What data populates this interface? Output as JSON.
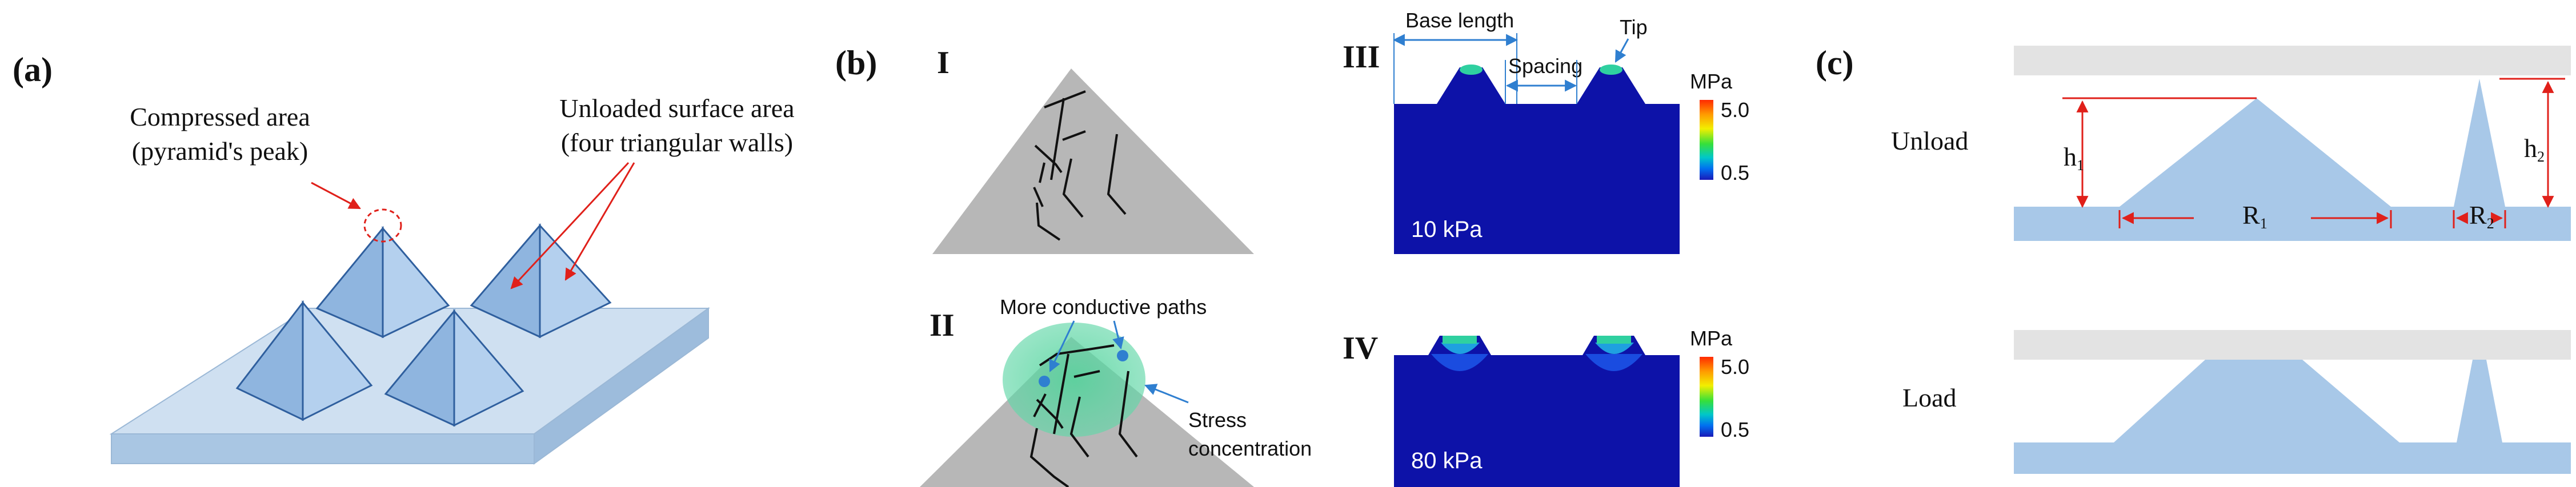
{
  "panel_a": {
    "label": "(a)",
    "compressed_line1": "Compressed area",
    "compressed_line2": "(pyramid's peak)",
    "unloaded_line1": "Unloaded surface area",
    "unloaded_line2": "(four triangular walls)"
  },
  "panel_b": {
    "label": "(b)",
    "roman_1": "I",
    "roman_2": "II",
    "roman_3": "III",
    "roman_4": "IV",
    "more_paths": "More conductive paths",
    "stress_line1": "Stress",
    "stress_line2": "concentration",
    "base_length": "Base length",
    "tip": "Tip",
    "spacing": "Spacing",
    "unit": "MPa",
    "scale_max": "5.0",
    "scale_min": "0.5",
    "pressure_3": "10 kPa",
    "pressure_4": "80 kPa"
  },
  "panel_c": {
    "label": "(c)",
    "unload": "Unload",
    "load": "Load",
    "h1": "h",
    "h1_sub": "1",
    "h2": "h",
    "h2_sub": "2",
    "r1": "R",
    "r1_sub": "1",
    "r2": "R",
    "r2_sub": "2"
  },
  "colors": {
    "pyramid_fill": "#a9c8e6",
    "pyramid_edge": "#2f5f9e",
    "slab_top": "#cfe0f1",
    "substrate_blue": "#a8c8e8",
    "plate_gray": "#e3e3e3",
    "fem_blue": "#0d12a8",
    "grain_gray": "#b7b7b7",
    "annot_blue": "#2f7fd0",
    "annot_red": "#e0201a"
  }
}
